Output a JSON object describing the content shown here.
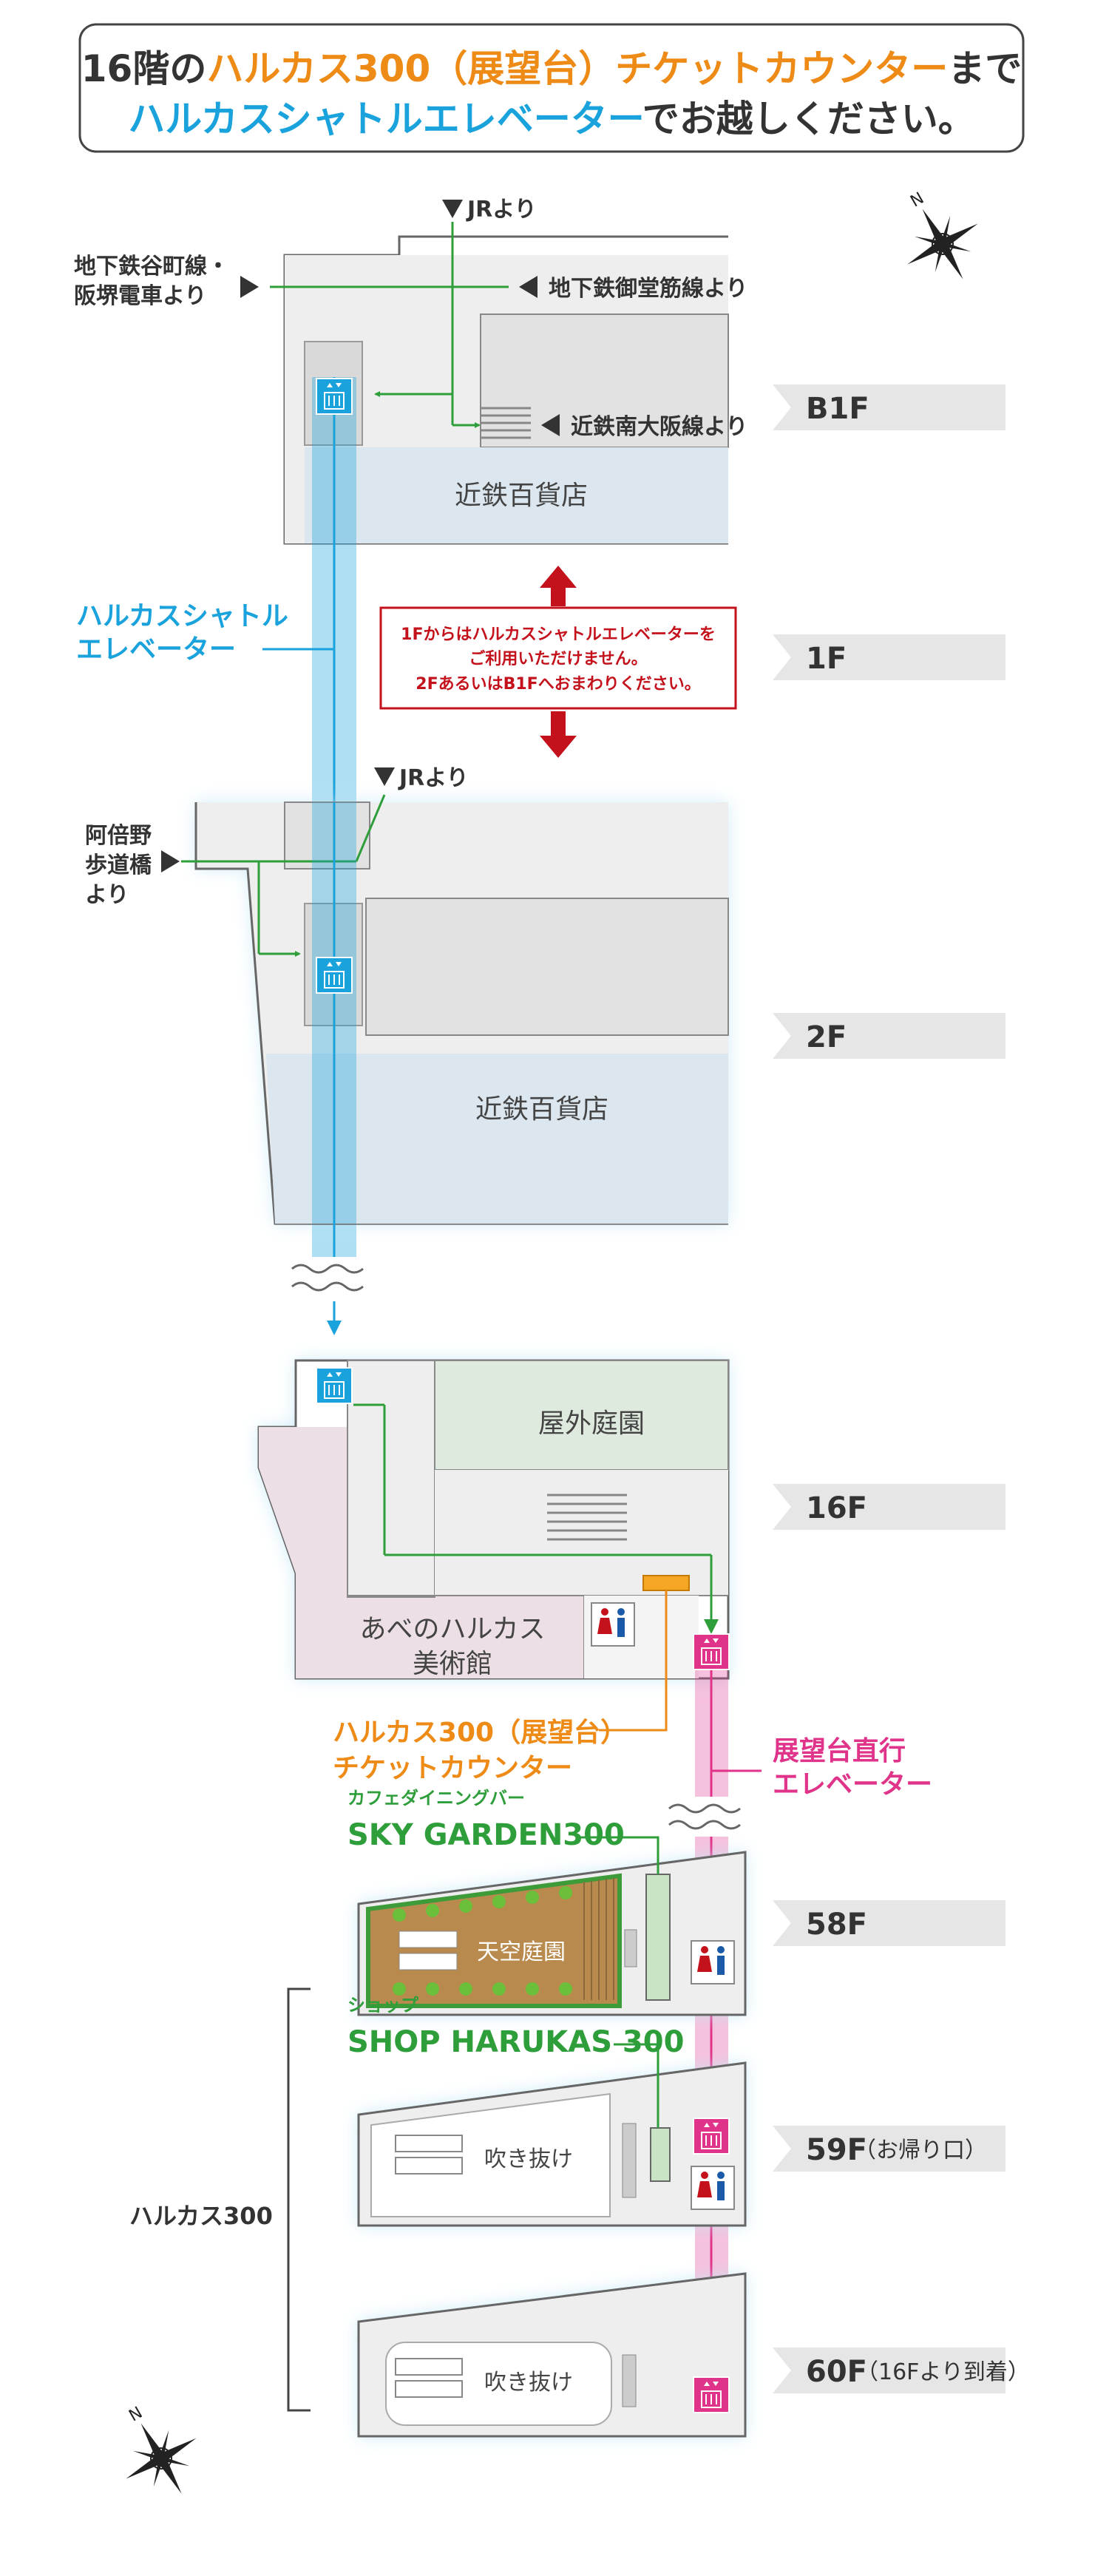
{
  "header": {
    "l1a": "16階の",
    "l1b": "ハルカス300（展望台）チケットカウンター",
    "l1c": "まで",
    "l2a": "ハルカスシャトルエレベーター",
    "l2b": "でお越しください。"
  },
  "compass": {
    "n": "N"
  },
  "floors": {
    "b1f": "B1F",
    "f1": "1F",
    "f2": "2F",
    "f16": "16F",
    "f58": "58F",
    "f59": "59F",
    "f59_note": "（お帰り口）",
    "f60": "60F",
    "f60_note": "（16Fより到着）"
  },
  "b1": {
    "jr": "JRより",
    "tanimachi1": "地下鉄谷町線・",
    "tanimachi2": "阪堺電車より",
    "midosuji": "地下鉄御堂筋線より",
    "kintetsu": "近鉄南大阪線より",
    "dept": "近鉄百貨店"
  },
  "shuttle": {
    "l1": "ハルカスシャトル",
    "l2": "エレベーター"
  },
  "notice": {
    "l1": "1Fからはハルカスシャトルエレベーターを",
    "l2": "ご利用いただけません。",
    "l3": "2FあるいはB1Fへおまわりください。"
  },
  "f2": {
    "jr": "JRより",
    "abeno1": "阿倍野",
    "abeno2": "歩道橋",
    "abeno3": "より",
    "dept": "近鉄百貨店"
  },
  "f16": {
    "garden": "屋外庭園",
    "museum1": "あべのハルカス",
    "museum2": "美術館",
    "ticket1": "ハルカス300（展望台）",
    "ticket2": "チケットカウンター"
  },
  "observatory_elevator": {
    "l1": "展望台直行",
    "l2": "エレベーター"
  },
  "f58": {
    "cafe_small": "カフェダイニングバー",
    "cafe": "SKY GARDEN300",
    "garden": "天空庭園"
  },
  "f59": {
    "shop_small": "ショップ",
    "shop": "SHOP HARUKAS 300",
    "void": "吹き抜け"
  },
  "f60": {
    "void": "吹き抜け"
  },
  "harukas300": "ハルカス300",
  "colors": {
    "orange": "#ee8a16",
    "blue": "#1aa2dc",
    "pink": "#e0338a",
    "green": "#2e9e3a",
    "red": "#c4121c",
    "tab": "#e6e6e6"
  }
}
